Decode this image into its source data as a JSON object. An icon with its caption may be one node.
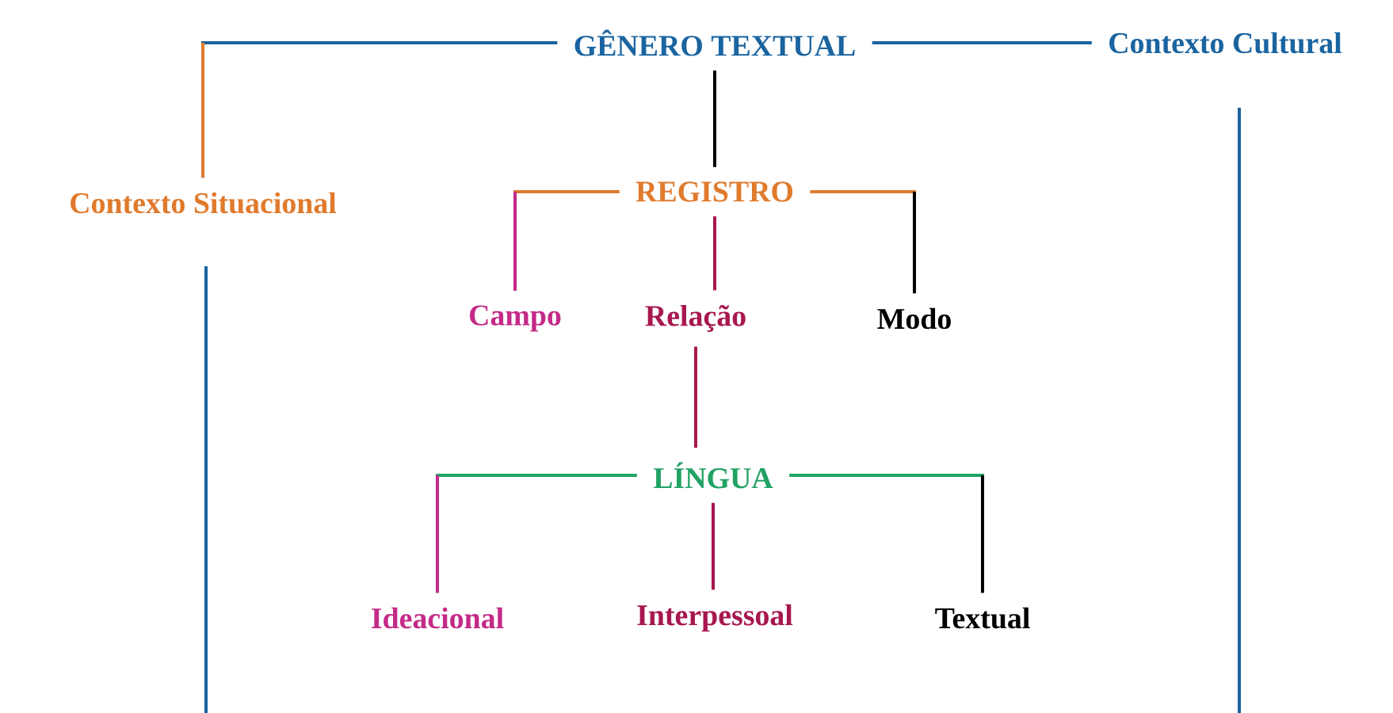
{
  "diagram": {
    "nodes": [
      {
        "text": [
          "GÊNERO TEXTUAL"
        ]
      },
      {
        "text": [
          "Contexto Cultural"
        ]
      },
      {
        "text": [
          "Contexto Situacional"
        ]
      },
      {
        "text": [
          "REGISTRO"
        ]
      },
      {
        "text": [
          "Campo"
        ]
      },
      {
        "text": [
          "Relação"
        ]
      },
      {
        "text": [
          "Modo"
        ]
      },
      {
        "text": [
          "LÍNGUA"
        ]
      },
      {
        "text": [
          "Ideacional"
        ]
      },
      {
        "text": [
          "Interpessoal"
        ]
      },
      {
        "text": [
          "Textual"
        ]
      }
    ],
    "edges": [
      {
        "from": 0,
        "to": 2,
        "arrow": "none",
        "color": "#1a64a0"
      },
      {
        "from": 0,
        "to": 1,
        "arrow": "none",
        "color": "#1a64a0"
      },
      {
        "from": 0,
        "to": 3,
        "arrow": "none",
        "color": "#000000"
      },
      {
        "from": 3,
        "to": 4,
        "arrow": "none",
        "color": "#e07a2c"
      },
      {
        "from": 3,
        "to": 5,
        "arrow": "none",
        "color": "#a8174f"
      },
      {
        "from": 3,
        "to": 6,
        "arrow": "none",
        "color": "#e07a2c"
      },
      {
        "from": 5,
        "to": 7,
        "arrow": "none",
        "color": "#a8174f"
      },
      {
        "from": 7,
        "to": 8,
        "arrow": "none",
        "color": "#22a265"
      },
      {
        "from": 7,
        "to": 9,
        "arrow": "none",
        "color": "#a8174f"
      },
      {
        "from": 7,
        "to": 10,
        "arrow": "none",
        "color": "#22a265"
      }
    ]
  }
}
